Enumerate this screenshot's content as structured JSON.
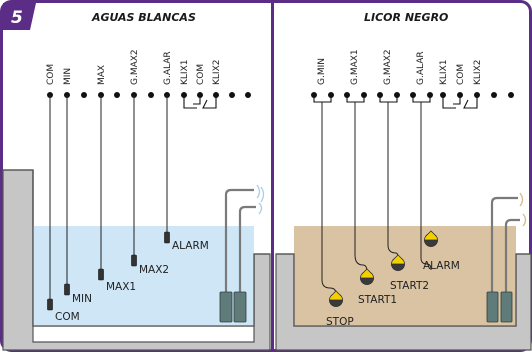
{
  "badge": "5",
  "colors": {
    "frame": "#5b2d86",
    "badge": "#5b2d86",
    "water": "#cfe6f7",
    "liquor": "#d9c3a3",
    "tank_wall": "#c6c6c6",
    "float_yellow": "#f5d000"
  },
  "left": {
    "title": "AGUAS BLANCAS",
    "terminals": [
      "COM",
      "MIN",
      "MAX",
      "G.MAX2",
      "G.ALAR",
      "KLIX1",
      "COM",
      "KLIX2"
    ],
    "probes": [
      "COM",
      "MIN",
      "MAX1",
      "MAX2",
      "ALARM"
    ]
  },
  "right": {
    "title": "LICOR NEGRO",
    "terminals": [
      "G.MIN",
      "G.MAX1",
      "G.MAX2",
      "G.ALAR",
      "KLIX1",
      "COM",
      "KLIX2"
    ],
    "floats": [
      "STOP",
      "START1",
      "START2",
      "ALARM"
    ]
  },
  "icons": [
    "relay-contact-icon",
    "level-probe-icon",
    "float-switch-icon",
    "submersible-pump-icon",
    "discharge-pipe-icon"
  ]
}
